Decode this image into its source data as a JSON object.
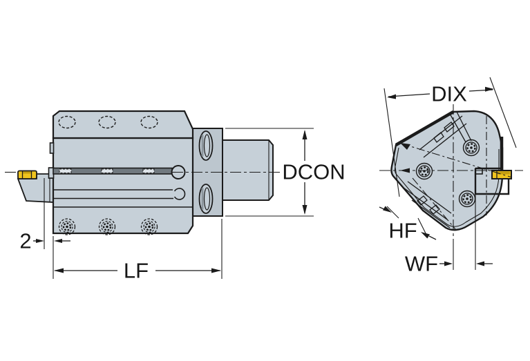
{
  "drawing": {
    "labels": {
      "coupling_diameter": "DCON",
      "functional_length": "LF",
      "edge_offset": "2",
      "head_diameter": "DIX",
      "head_height": "HF",
      "functional_width": "WF"
    },
    "colors": {
      "body": "#c6d0d8",
      "body_shade": "#bcc6ce",
      "slot_dark": "#71797f",
      "window": "#dde3e8",
      "insert_yellow": "#f0c41e",
      "insert_shadow": "#c49d10",
      "line": "#1b1b1b",
      "background": "#ffffff"
    }
  }
}
